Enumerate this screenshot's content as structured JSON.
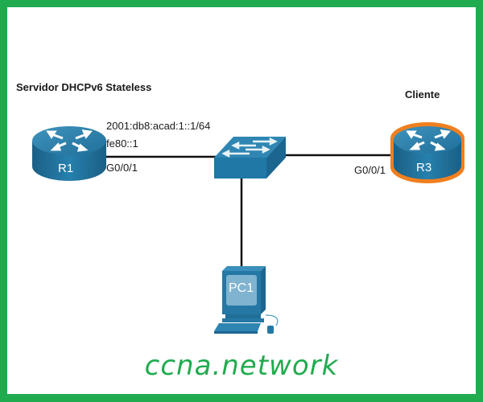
{
  "colors": {
    "border": "#21ab4f",
    "device_blue": "#1f6f99",
    "highlight": "#f07f1e",
    "link": "#111111",
    "watermark": "#21ab4f"
  },
  "devices": {
    "r1": {
      "name": "R1",
      "role_label": "Servidor DHCPv6 Stateless",
      "icon": "router-icon",
      "interface": "G0/0/1",
      "ipv6_global": "2001:db8:acad:1::1/64",
      "ipv6_link_local": "fe80::1"
    },
    "switch": {
      "icon": "switch-icon"
    },
    "r3": {
      "name": "R3",
      "role_label": "Cliente",
      "icon": "router-icon",
      "interface": "G0/0/1",
      "highlighted": true
    },
    "pc1": {
      "name": "PC1",
      "icon": "pc-icon"
    }
  },
  "links": [
    {
      "from": "R1",
      "to": "switch"
    },
    {
      "from": "switch",
      "to": "R3"
    },
    {
      "from": "switch",
      "to": "PC1"
    }
  ],
  "watermark": "ccna.network"
}
